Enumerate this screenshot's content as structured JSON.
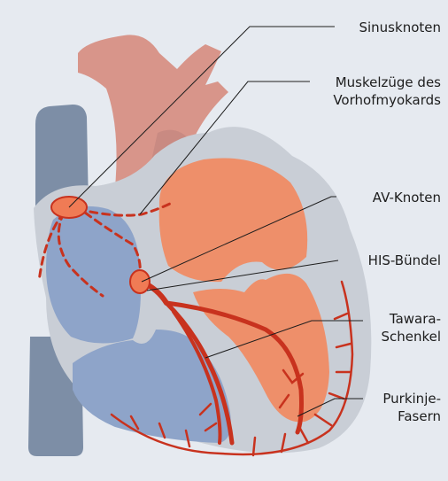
{
  "labels": {
    "sinusknoten": "Sinusknoten",
    "muskelzuege": {
      "line1": "Muskelzüge des",
      "line2": "Vorhofmyokards"
    },
    "av_knoten": "AV-Knoten",
    "his_buendel": "HIS-Bündel",
    "tawara": {
      "line1": "Tawara-",
      "line2": "Schenkel"
    },
    "purkinje": {
      "line1": "Purkinje-",
      "line2": "Fasern"
    }
  },
  "colors": {
    "background": "#e6eaf0",
    "vessel_blue": "#7d8ea6",
    "right_heart": "#8ea4c9",
    "left_heart": "#ee8f6a",
    "aorta": "#d8958a",
    "conduction": "#c8321e",
    "node": "#f07b55",
    "myocardium": "#c9ced6"
  }
}
